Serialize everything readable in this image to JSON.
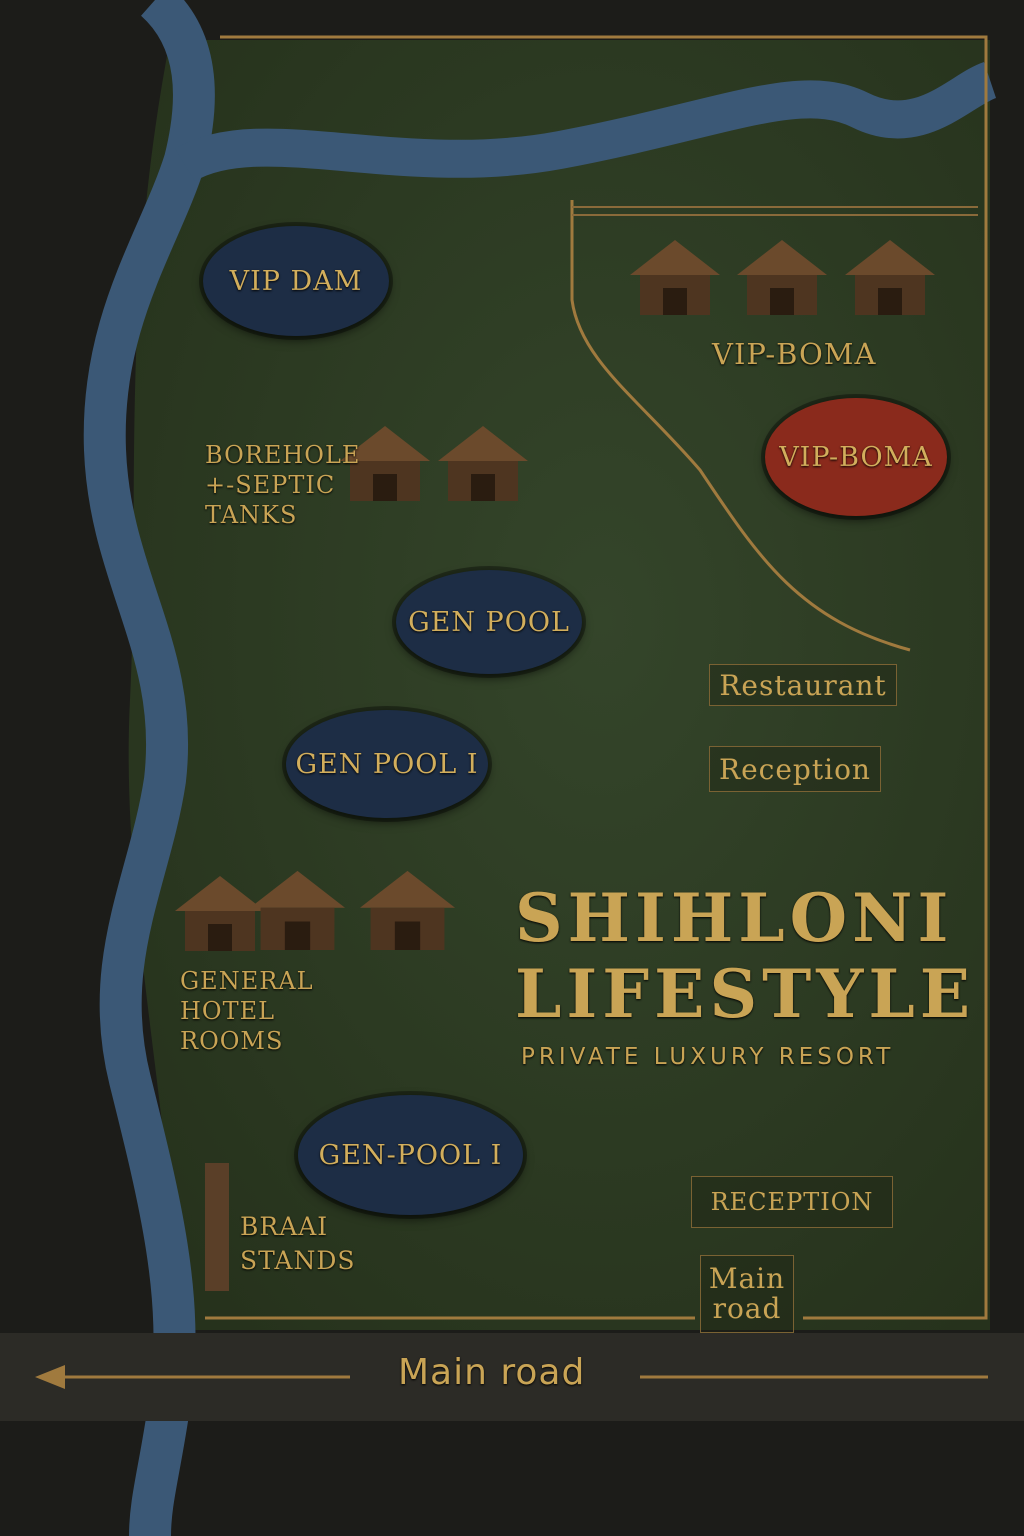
{
  "title": {
    "line1": "SHIHLONI",
    "line2": "LIFESTYLE",
    "subtitle": "PRIVATE LUXURY RESORT"
  },
  "areas": {
    "vip_dam": "VIP DAM",
    "vip_boma_huts": "VIP-BOMA",
    "vip_boma_circle": "VIP-BOMA",
    "borehole": [
      "BOREHOLE",
      "+-SEPTIC",
      "TANKS"
    ],
    "gen_pool": "GEN POOL",
    "gen_pool_1": "GEN POOL I",
    "gen_pool_2": "GEN-POOL I",
    "general_rooms": [
      "GENERAL",
      "HOTEL",
      "ROOMS"
    ],
    "braai": [
      "BRAAI",
      "STANDS"
    ],
    "restaurant": "Restaurant",
    "reception": "Reception",
    "reception_lower": "RECEPTION",
    "main_road_gate": [
      "Main",
      "road"
    ],
    "main_road": "Main road"
  },
  "colors": {
    "gold": "#c9a455",
    "grass": "#2f3d22",
    "water": "#3b5876",
    "pool": "#1d2d45",
    "boma": "#8a2a1c",
    "hut": "#5a3f28"
  }
}
